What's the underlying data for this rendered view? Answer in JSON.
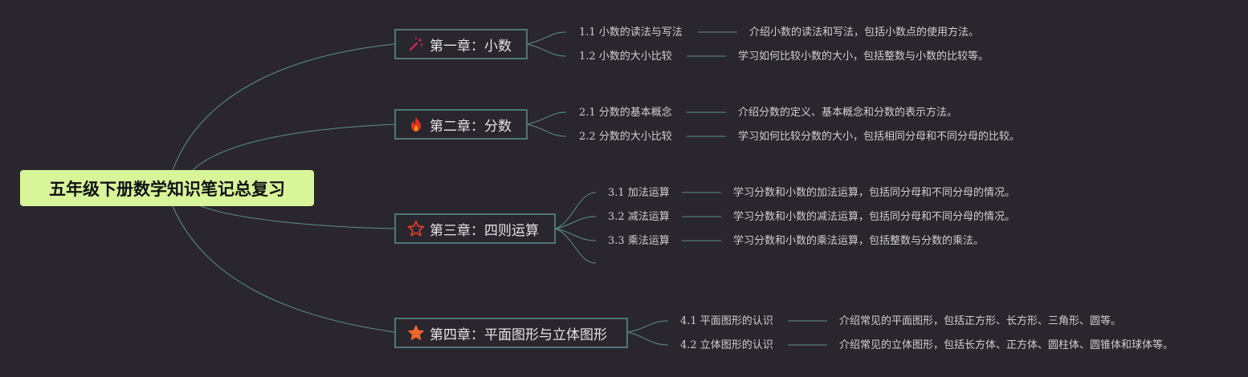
{
  "root": {
    "title": "五年级下册数学知识笔记总复习"
  },
  "chapters": [
    {
      "title": "第一章：小数",
      "icon": "magic-wand-icon",
      "icon_color": "#e0245e",
      "topics": [
        {
          "title": "1.1 小数的读法与写法",
          "desc": "介绍小数的读法和写法，包括小数点的使用方法。"
        },
        {
          "title": "1.2 小数的大小比较",
          "desc": "学习如何比较小数的大小，包括整数与小数的比较等。"
        }
      ]
    },
    {
      "title": "第二章：分数",
      "icon": "fire-icon",
      "icon_color": "#e8321c",
      "topics": [
        {
          "title": "2.1 分数的基本概念",
          "desc": "介绍分数的定义、基本概念和分数的表示方法。"
        },
        {
          "title": "2.2 分数的大小比较",
          "desc": "学习如何比较分数的大小，包括相同分母和不同分母的比较。"
        }
      ]
    },
    {
      "title": "第三章：四则运算",
      "icon": "star-outline-icon",
      "icon_color": "#e23b2e",
      "topics": [
        {
          "title": "3.1 加法运算",
          "desc": "学习分数和小数的加法运算，包括同分母和不同分母的情况。"
        },
        {
          "title": "3.2 减法运算",
          "desc": "学习分数和小数的减法运算，包括同分母和不同分母的情况。"
        },
        {
          "title": "3.3 乘法运算",
          "desc": "学习分数和小数的乘法运算，包括整数与分数的乘法。"
        }
      ]
    },
    {
      "title": "第四章：平面图形与立体图形",
      "icon": "star-filled-icon",
      "icon_color": "#f0662a",
      "topics": [
        {
          "title": "4.1 平面图形的认识",
          "desc": "介绍常见的平面图形，包括正方形、长方形、三角形、圆等。"
        },
        {
          "title": "4.2 立体图形的认识",
          "desc": "介绍常见的立体图形，包括长方体、正方体、圆柱体、圆锥体和球体等。"
        }
      ]
    }
  ],
  "colors": {
    "background": "#2a262d",
    "line": "#5d8f8f",
    "root_fill": "#d8f59a",
    "chapter_border": "#4f7878"
  }
}
